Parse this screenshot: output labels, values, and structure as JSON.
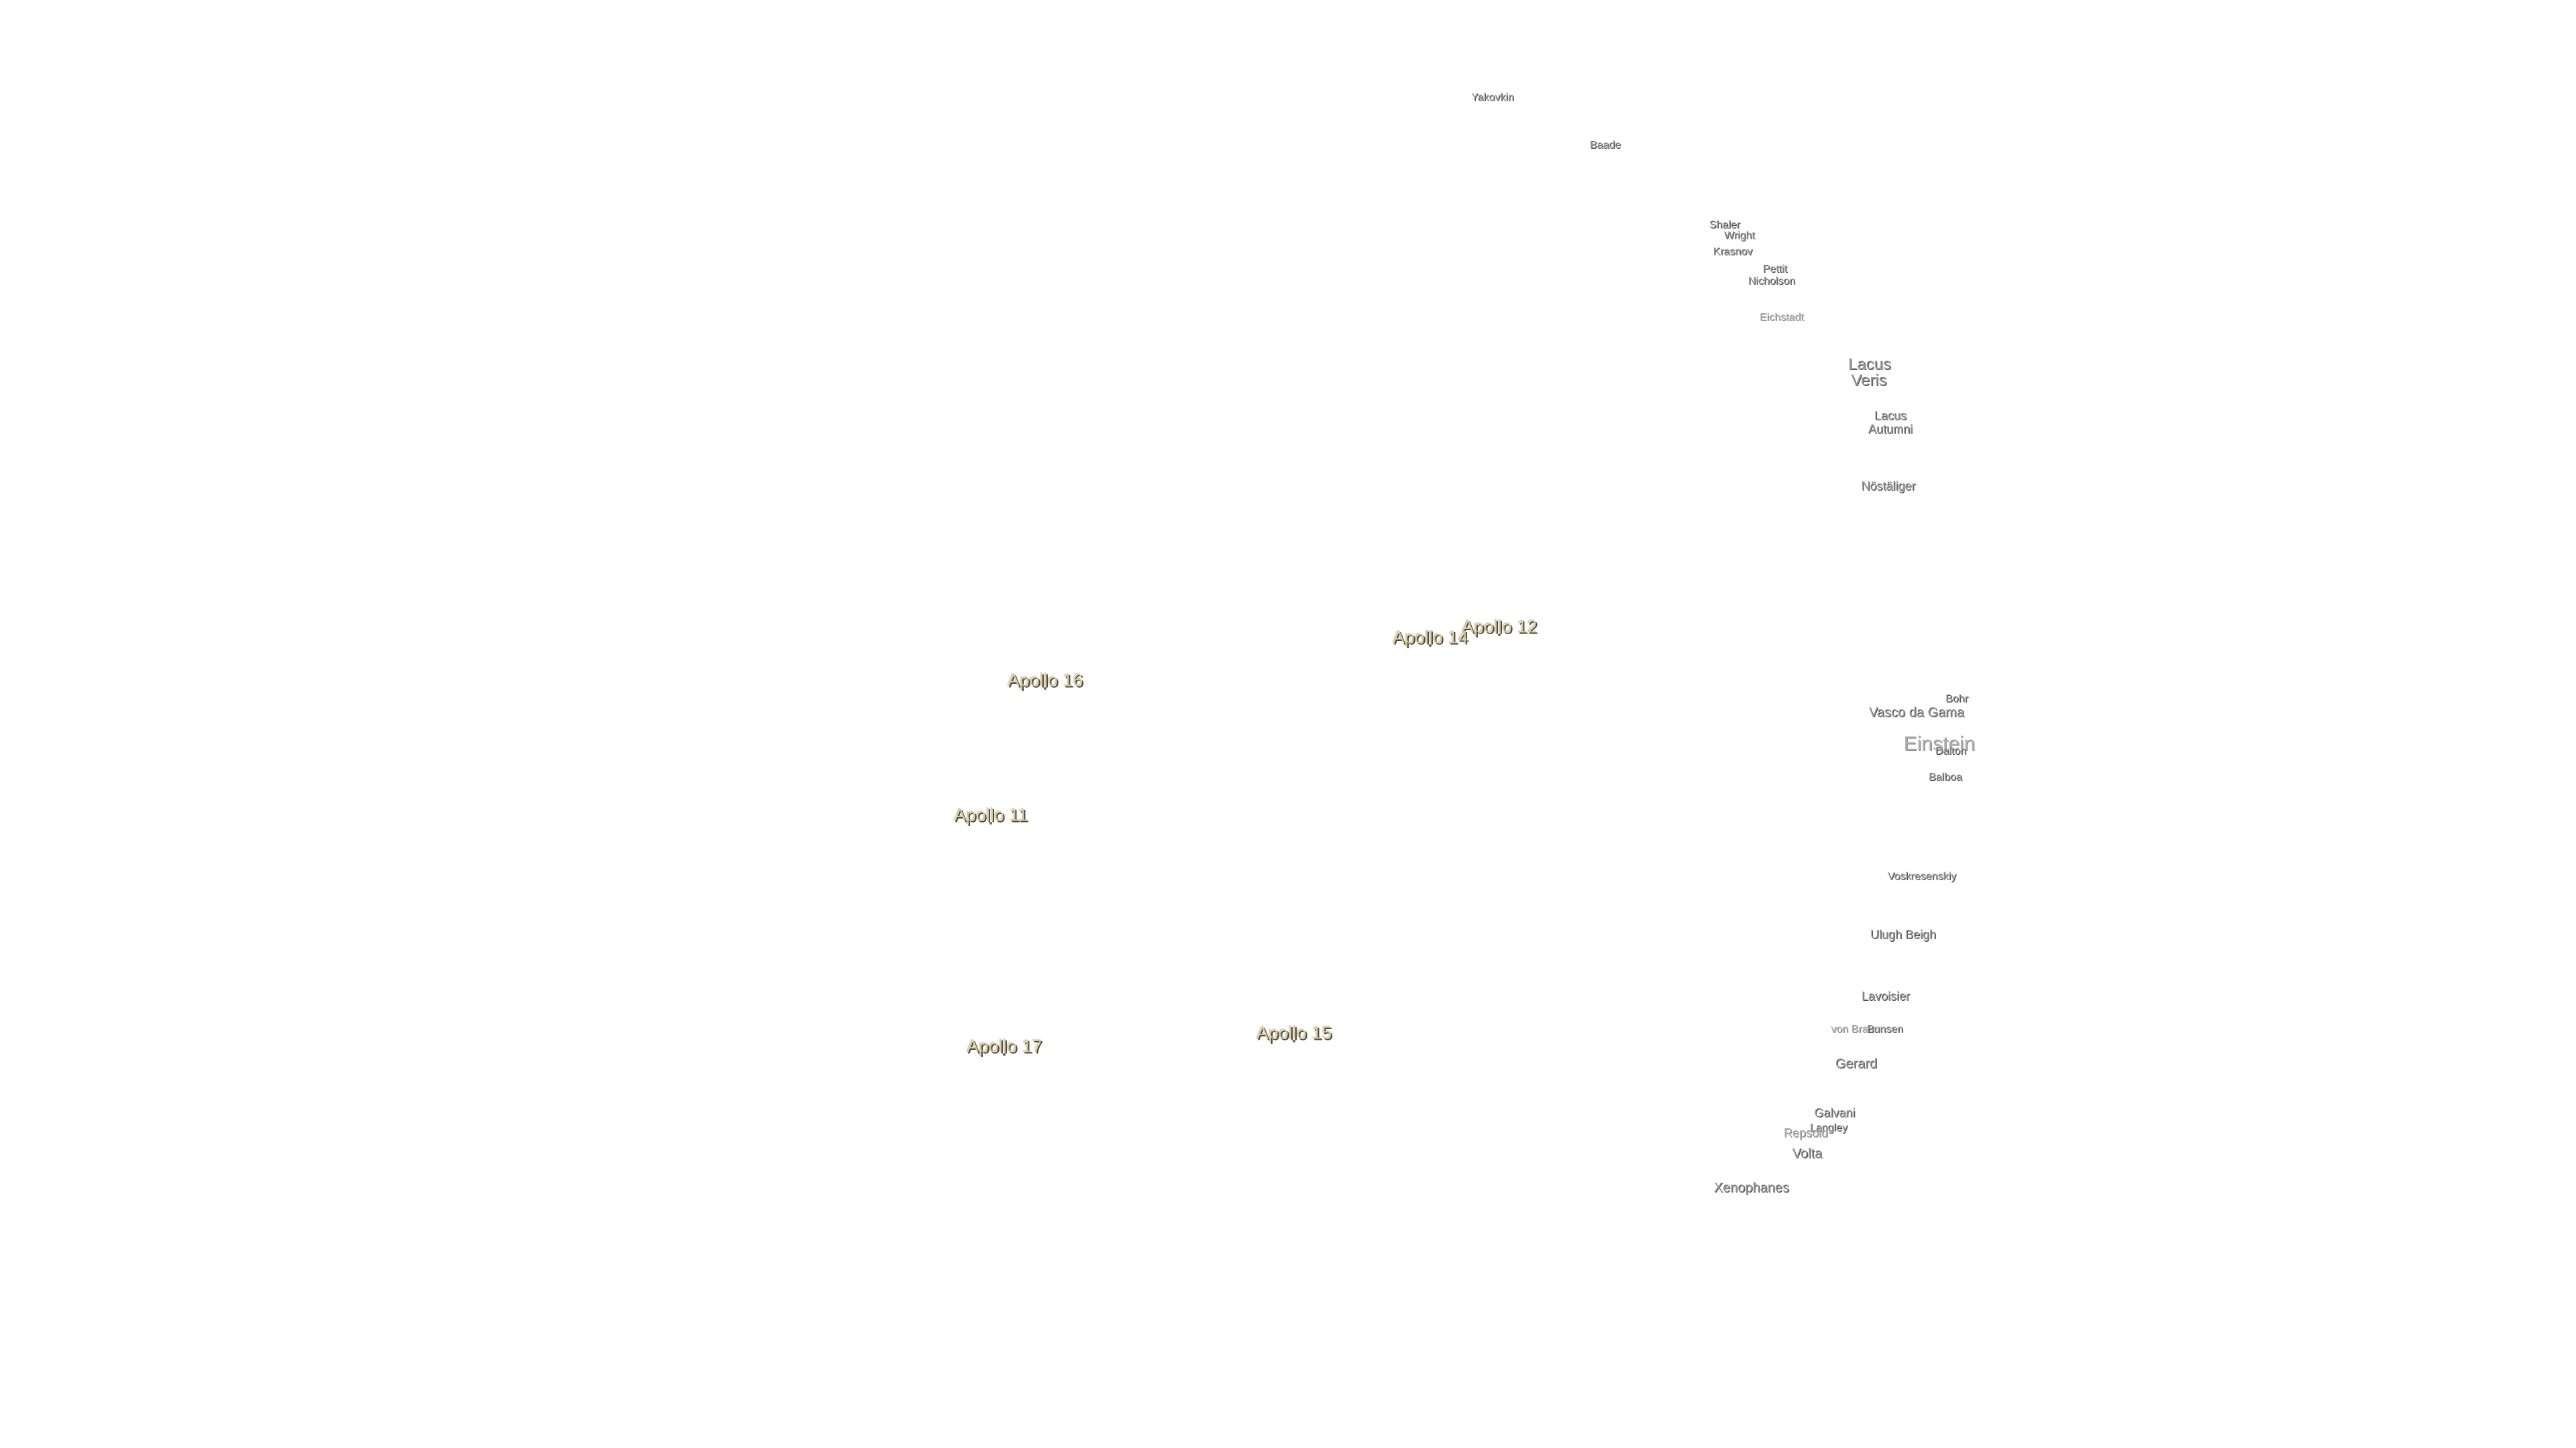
{
  "map": {
    "background": "#ffffff",
    "feature_color": "#9b9b9b",
    "site_color": "#d8cfa3",
    "features": [
      {
        "id": "yakovkin",
        "name": "Yakovkin"
      },
      {
        "id": "baade",
        "name": "Baade"
      },
      {
        "id": "shaler",
        "name": "Shaler"
      },
      {
        "id": "wright",
        "name": "Wright"
      },
      {
        "id": "krasnov",
        "name": "Krasnov"
      },
      {
        "id": "pettit",
        "name": "Pettit"
      },
      {
        "id": "nicholson",
        "name": "Nicholson"
      },
      {
        "id": "eichstadt",
        "name": "Eichstadt"
      },
      {
        "id": "lacus-veris-1",
        "name": "Lacus"
      },
      {
        "id": "lacus-veris-2",
        "name": "Veris"
      },
      {
        "id": "lacus-autumni-1",
        "name": "Lacus"
      },
      {
        "id": "lacus-autumni-2",
        "name": "Autumni"
      },
      {
        "id": "nostaliger",
        "name": "Nöstäliger"
      },
      {
        "id": "bohr",
        "name": "Bohr"
      },
      {
        "id": "vasco-da-gama",
        "name": "Vasco da Gama"
      },
      {
        "id": "einstein",
        "name": "Einstein"
      },
      {
        "id": "dalton",
        "name": "Dalton"
      },
      {
        "id": "balboa",
        "name": "Balboa"
      },
      {
        "id": "voskresenskiy",
        "name": "Voskresenskiy"
      },
      {
        "id": "ulugh-beigh",
        "name": "Ulugh Beigh"
      },
      {
        "id": "lavoisier",
        "name": "Lavoisier"
      },
      {
        "id": "von-braun",
        "name": "von Braun"
      },
      {
        "id": "bunsen",
        "name": "Bunsen"
      },
      {
        "id": "gerard",
        "name": "Gerard"
      },
      {
        "id": "galvani",
        "name": "Galvani"
      },
      {
        "id": "langley",
        "name": "Langley"
      },
      {
        "id": "repsold",
        "name": "Repsold"
      },
      {
        "id": "volta",
        "name": "Volta"
      },
      {
        "id": "xenophanes",
        "name": "Xenophanes"
      }
    ],
    "landing_sites": [
      {
        "id": "apollo-11",
        "name": "Apollo 11"
      },
      {
        "id": "apollo-12",
        "name": "Apollo 12"
      },
      {
        "id": "apollo-14",
        "name": "Apollo 14"
      },
      {
        "id": "apollo-15",
        "name": "Apollo 15"
      },
      {
        "id": "apollo-16",
        "name": "Apollo 16"
      },
      {
        "id": "apollo-17",
        "name": "Apollo 17"
      }
    ]
  }
}
